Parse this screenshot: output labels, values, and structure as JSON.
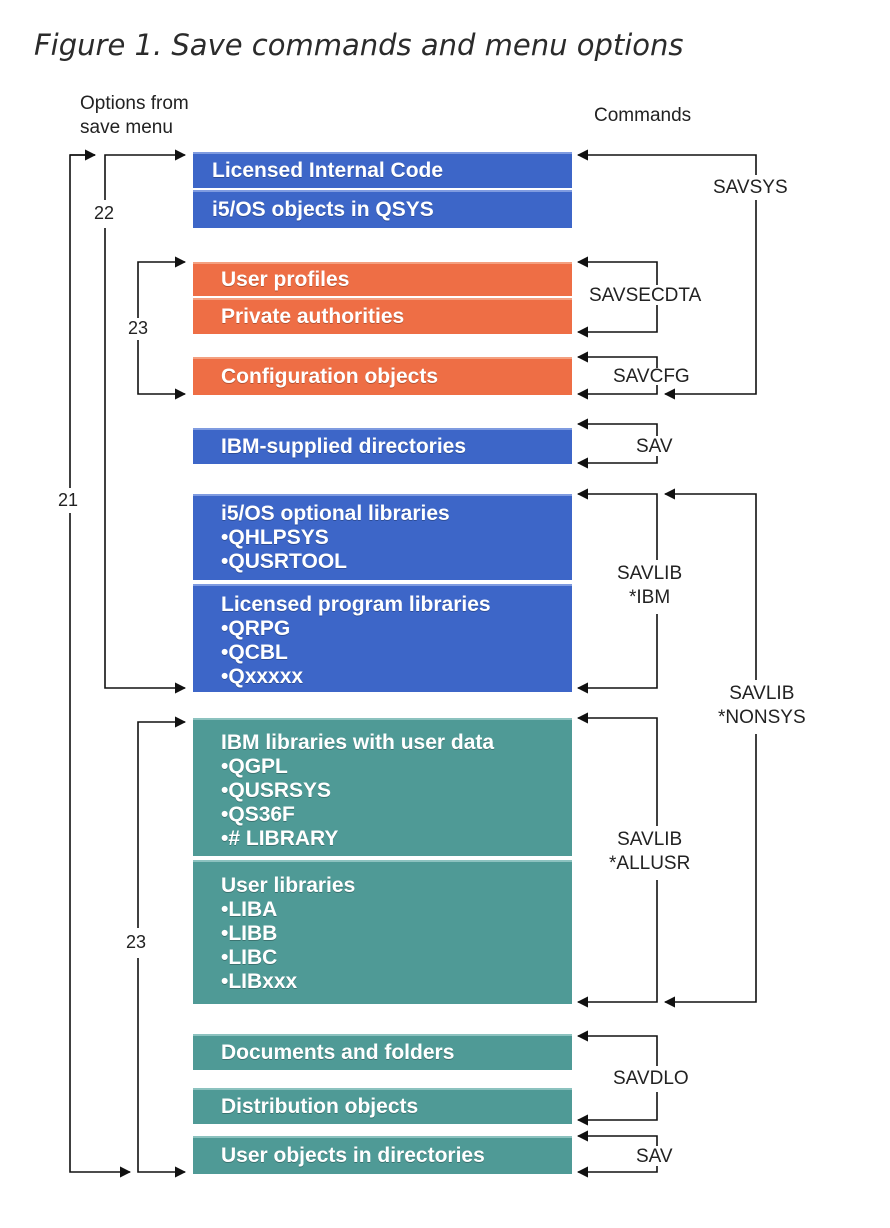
{
  "caption": "Figure 1. Save commands and menu options",
  "headers": {
    "options_line1": "Options from",
    "options_line2": "save menu",
    "commands": "Commands"
  },
  "boxes": {
    "lic": "Licensed Internal Code",
    "qsys": "i5/OS objects in QSYS",
    "userprof": "User profiles",
    "privauth": "Private authorities",
    "config": "Configuration objects",
    "ibmdir": "IBM-supplied directories",
    "optlib": {
      "head": "i5/OS optional libraries",
      "items": [
        "QHLPSYS",
        "QUSRTOOL"
      ]
    },
    "lpplib": {
      "head": "Licensed program libraries",
      "items": [
        "QRPG",
        "QCBL",
        "Qxxxxx"
      ]
    },
    "ibmuser": {
      "head": "IBM libraries with user data",
      "items": [
        "QGPL",
        "QUSRSYS",
        "QS36F",
        "# LIBRARY"
      ]
    },
    "userlib": {
      "head": "User libraries",
      "items": [
        "LIBA",
        "LIBB",
        "LIBC",
        "LIBxxx"
      ]
    },
    "docs": "Documents and folders",
    "dist": "Distribution objects",
    "userobj": "User objects in directories"
  },
  "bullet": "•",
  "commands": {
    "savsys": "SAVSYS",
    "savsecdta": "SAVSECDTA",
    "savcfg": "SAVCFG",
    "sav1": "SAV",
    "savlib_ibm_1": "SAVLIB",
    "savlib_ibm_2": "*IBM",
    "savlib_nonsys_1": "SAVLIB",
    "savlib_nonsys_2": "*NONSYS",
    "savlib_allusr_1": "SAVLIB",
    "savlib_allusr_2": "*ALLUSR",
    "savdlo": "SAVDLO",
    "sav2": "SAV"
  },
  "options": {
    "opt21": "21",
    "opt22": "22",
    "opt23a": "23",
    "opt23b": "23"
  },
  "colors": {
    "system": "#3d66c8",
    "security": "#ee6e45",
    "user": "#4f9a96"
  }
}
